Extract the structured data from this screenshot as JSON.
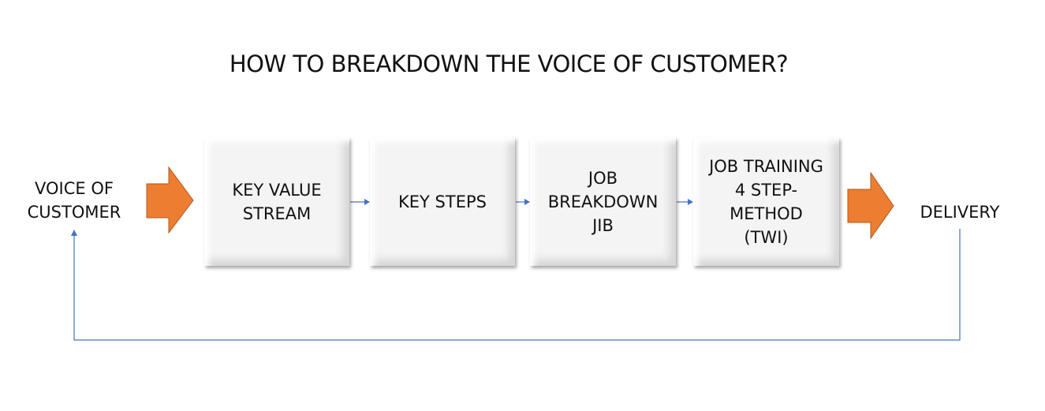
{
  "title": "HOW TO BREAKDOWN THE VOICE OF CUSTOMER?",
  "start": "VOICE OF\nCUSTOMER",
  "end": "DELIVERY",
  "steps": [
    "KEY VALUE\nSTREAM",
    "KEY STEPS",
    "JOB\nBREAKDOWN\nJIB",
    "JOB TRAINING\n4 STEP-\nMETHOD\n(TWI)"
  ],
  "colors": {
    "arrow_fill": "#ED7D31",
    "arrow_outline": "#AE5A21",
    "connector": "#4472C4"
  }
}
